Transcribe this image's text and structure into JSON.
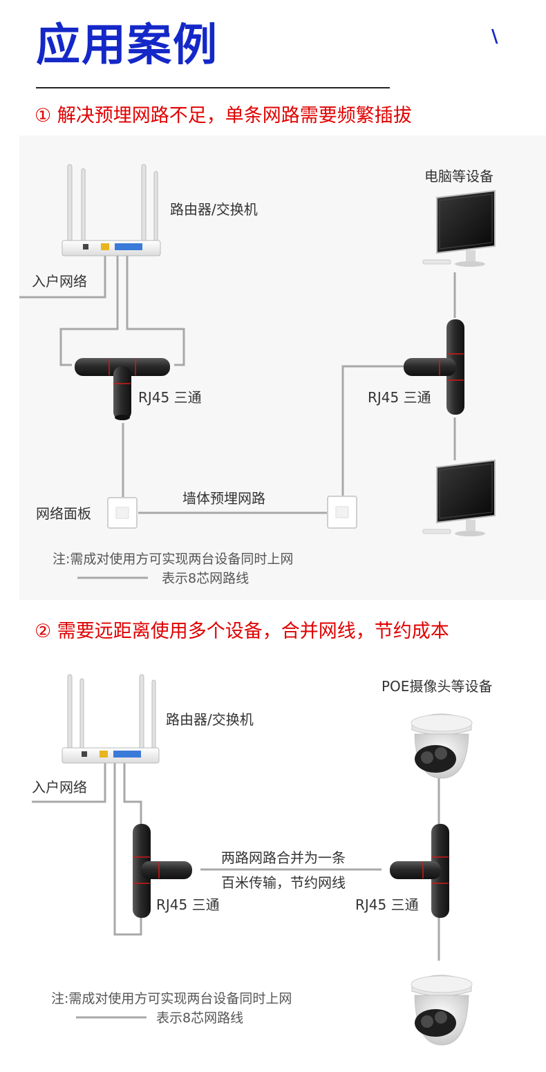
{
  "title": "应用案例",
  "corner_mark": "\\",
  "case1": {
    "heading": "① 解决预埋网路不足，单条网路需要频繁插拔",
    "router_label": "路由器/交换机",
    "inbound_label": "入户网络",
    "device_label": "电脑等设备",
    "splitter_left_label": "RJ45 三通",
    "splitter_right_label": "RJ45 三通",
    "wall_label": "墙体预埋网路",
    "panel_label": "网络面板",
    "note": "注:需成对使用方可实现两台设备同时上网",
    "legend": "表示8芯网路线"
  },
  "case2": {
    "heading": "② 需要远距离使用多个设备，合并网线，节约成本",
    "router_label": "路由器/交换机",
    "inbound_label": "入户网络",
    "camera_label": "POE摄像头等设备",
    "merge_line1": "两路网路合并为一条",
    "merge_line2": "百米传输，节约网线",
    "splitter_left_label": "RJ45 三通",
    "splitter_right_label": "RJ45 三通",
    "note": "注:需成对使用方可实现两台设备同时上网",
    "legend": "表示8芯网路线"
  },
  "colors": {
    "title": "#1428c8",
    "heading": "#e00000",
    "cable": "#a8a8a8",
    "connector": "#2e2e2e",
    "connector_band": "#d01818",
    "panel_bg": "#f7f7f7"
  },
  "icons": [
    "router-icon",
    "monitor-icon",
    "rj45-tee-icon",
    "wall-socket-icon",
    "dome-camera-icon"
  ]
}
